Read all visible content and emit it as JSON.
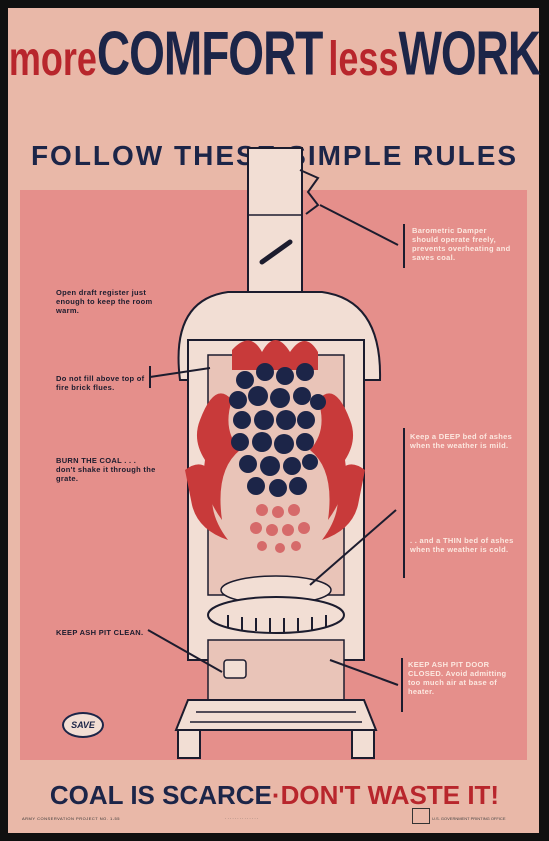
{
  "title": {
    "more": "more",
    "comfort": "COMFORT",
    "less": "less",
    "work": "WORK",
    "subtitle": "FOLLOW THESE SIMPLE RULES"
  },
  "labels": {
    "damper": "Barometric Damper should operate freely, prevents overheating and saves coal.",
    "draft": "Open draft register just enough to keep the room warm.",
    "fill": "Do not fill above top of fire brick flues.",
    "burn": "BURN THE COAL . . . don't shake it through the grate.",
    "deep_bed": "Keep a DEEP bed of ashes when the weather is mild.",
    "thin_bed": ". . and a THIN bed of ashes when the weather is cold.",
    "ash_pit_clean": "KEEP ASH PIT CLEAN.",
    "ash_pit_door": "KEEP ASH PIT DOOR CLOSED. Avoid admitting too much air at base of heater."
  },
  "badge": "SAVE",
  "bottom": {
    "part1": "COAL IS SCARCE",
    "dot": "·",
    "part2": "DON'T WASTE IT!"
  },
  "fine_print": {
    "left": "ARMY CONSERVATION PROJECT NO. 1-55",
    "middle": "· · · · · · · · · · · · · ·",
    "right": "U.S. GOVERNMENT PRINTING OFFICE"
  },
  "colors": {
    "poster_bg": "#e9b8a8",
    "panel_bg": "#e58f8b",
    "navy": "#1c2548",
    "red": "#b8262c",
    "flame": "#c83a3a",
    "stove": "#f2ded4"
  }
}
